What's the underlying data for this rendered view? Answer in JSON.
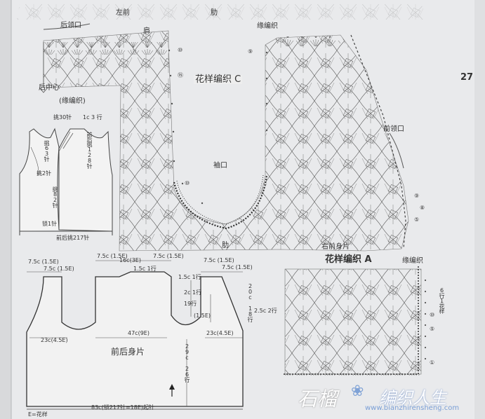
{
  "page_number": "27",
  "top_labels": {
    "left_front": "左前",
    "side_top": "肋"
  },
  "back_neck": "后领口",
  "shoulder": "肩",
  "edge_top": "缘编织",
  "chart_c_title": "花样编织 C",
  "back_center": "后中心",
  "edge_left": "(缘编织)",
  "front_neck": "前领口",
  "armhole": "袖口",
  "side": "肋",
  "right_front": "右前身片",
  "edge_right": "缘编织",
  "chart_a_title": "花样编织 A",
  "chart_a_repeat": "6行1花样",
  "row_markers": [
    "⑩",
    "⑮",
    "⑨",
    "⑩",
    "⑨",
    "⑧",
    "⑤",
    "⑩",
    "⑤",
    "①"
  ],
  "vest": {
    "pick_top": "挑30针",
    "rows_top": "1c 3 行",
    "front_edge": "前后挑128针",
    "pick_side1": "挑63针",
    "pick_2": "挑2针",
    "pick_82": "挑82针",
    "lock": "锁1针",
    "bottom": "前后挑217针"
  },
  "body_piece": {
    "title": "前后身片",
    "dims": {
      "d1": "7.5c (1.5E)",
      "d2": "7.5c (1.5E)",
      "d3": "7.5c (1.5E)",
      "d4": "16c(3E)",
      "d5": "7.5c (1.5E)",
      "d6": "7.5c (1.5E)",
      "d7": "7.5c (1.5E)",
      "d8": "1.5c 1行",
      "d9": "1.5c 1行",
      "d10": "2c 1行",
      "d11": "20c 18行",
      "d12": "2.5c 2行",
      "d13": "19行",
      "d14": "(1.5E)",
      "d15": "23c(4.5E)",
      "d16": "47c(9E)",
      "d17": "23c(4.5E)",
      "d18": "29c 26行",
      "d19": "83c(锁217针=18E)起针",
      "d20": "E=花样"
    }
  },
  "watermark": {
    "brand_left": "石榴",
    "brand_right": "编织人生",
    "url": "www.bianzhirensheng.com"
  }
}
